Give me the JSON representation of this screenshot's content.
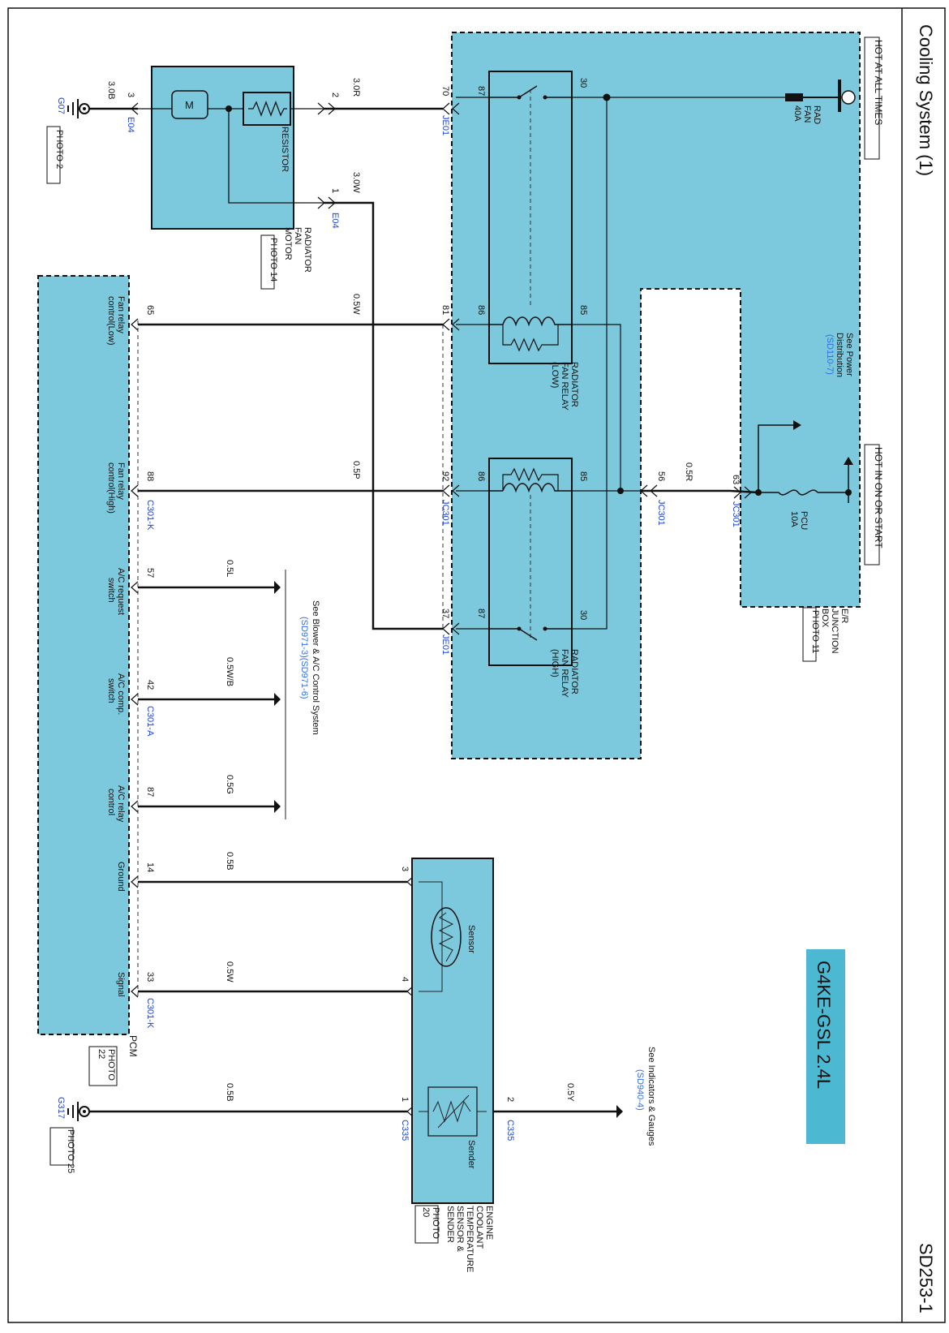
{
  "header": {
    "title": "Cooling System (1)",
    "page_code": "SD253-1"
  },
  "engine_badge": "G4KE-GSL 2.4L",
  "supply": {
    "hot_at_all_times": "HOT AT ALL TIMES",
    "hot_in_on_or_start": "HOT IN ON OR START"
  },
  "rad_fan_fuse": [
    "RAD",
    "FAN",
    "40A"
  ],
  "pcu_fuse": [
    "PCU",
    "10A"
  ],
  "power_ref": {
    "lines": [
      "See Power",
      "Distribution"
    ],
    "code": "(SD110-7)"
  },
  "junction_box": {
    "lines": [
      "E/R",
      "JUNCTION",
      "BOX"
    ],
    "photo": "PHOTO 11"
  },
  "relay_low": {
    "lines": [
      "RADIATOR",
      "FAN RELAY",
      "(LOW)"
    ],
    "p87": "87",
    "p30": "30",
    "p86": "86",
    "p85": "85"
  },
  "relay_high": {
    "lines": [
      "RADIATOR",
      "FAN RELAY",
      "(HIGH)"
    ],
    "p87": "87",
    "p30": "30",
    "p86": "86",
    "p85": "85"
  },
  "fan_motor": {
    "lines": [
      "RADIATOR",
      "FAN",
      "MOTOR"
    ],
    "photo": "PHOTO 14",
    "motor_symbol": "M",
    "resistor": "RESISTOR"
  },
  "ground_g07": {
    "name": "G07",
    "photo": "PHOTO 2"
  },
  "ground_g317": {
    "name": "G317",
    "photo": "PHOTO 25"
  },
  "wires": {
    "w1": "3.0B",
    "w2": "3.0R",
    "w3": "3.0W",
    "w4": "0.5W",
    "w5": "0.5P",
    "w6": "0.5R",
    "w7": "0.5L",
    "w8": "0.5W/B",
    "w9": "0.5G",
    "w10": "0.5B",
    "w11": "0.5W",
    "w12": "0.5B",
    "w13": "0.5Y"
  },
  "pins": {
    "e04_3": "3",
    "e04_2": "2",
    "e04_1": "1",
    "je01_70": "70",
    "je01_37": "37",
    "je_81": "81",
    "jc301_92": "92",
    "jc301_56": "56",
    "jc301_63": "63",
    "pcm_65": "65",
    "pcm_88": "88",
    "pcm_57": "57",
    "pcm_42": "42",
    "pcm_87": "87",
    "pcm_14": "14",
    "pcm_33": "33",
    "ect_3": "3",
    "ect_4": "4",
    "ect_1": "1",
    "ect_2": "2"
  },
  "connectors": {
    "e04_a": "E04",
    "e04_b": "E04",
    "je01_a": "JE01",
    "je01_b": "JE01",
    "jc301_a": "JC301",
    "jc301_b": "JC301",
    "jc301_c": "JC301",
    "c301k_a": "C301-K",
    "c301a": "C301-A",
    "c301k_b": "C301-K",
    "c335_a": "C335",
    "c335_b": "C335"
  },
  "pcm": {
    "name": "PCM",
    "photo": [
      "PHOTO",
      "22"
    ],
    "sig_fan_low": [
      "Fan relay",
      "control(Low)"
    ],
    "sig_fan_high": [
      "Fan relay",
      "control(High)"
    ],
    "sig_ac_req": [
      "A/C request",
      "switch"
    ],
    "sig_ac_comp": [
      "A/C comp.",
      "switch"
    ],
    "sig_ac_relay": [
      "A/C relay",
      "control"
    ],
    "sig_ground": [
      "Ground"
    ],
    "sig_signal": [
      "Signal"
    ]
  },
  "blower_ref": {
    "text": "See Blower & A/C Control System",
    "codes": "(SD971-3)(SD971-6)"
  },
  "ect": {
    "lines": [
      "ENGINE",
      "COOLANT",
      "TEMPERATURE",
      "SENSOR &",
      "SENDER"
    ],
    "photo": [
      "PHOTO",
      "20"
    ],
    "sensor": "Sensor",
    "sender": "Sender"
  },
  "gauge_ref": {
    "text": "See Indicators & Gauges",
    "code": "(SD940-4)"
  },
  "colors": {
    "component_fill": "#7cc8dc",
    "badge_fill": "#4cb8d2",
    "connector_blue": "#1d45d0",
    "link_blue": "#2f6fe8"
  }
}
